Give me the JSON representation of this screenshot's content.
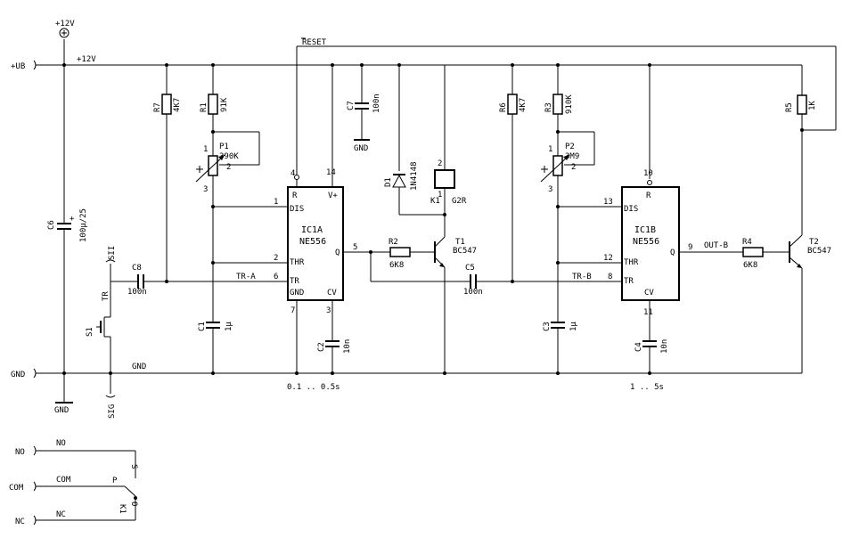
{
  "rails": {
    "vcc_top": "+12V",
    "vcc_rail": "+12V",
    "ub": "+UB",
    "gnd_left": "GND",
    "gnd_rail": "GND",
    "gnd_bottom": "GND",
    "reset": "RESET"
  },
  "components": {
    "r7": {
      "ref": "R7",
      "value": "4K7"
    },
    "r1": {
      "ref": "R1",
      "value": "91K"
    },
    "p1": {
      "ref": "P1",
      "value": "390K"
    },
    "c7": {
      "ref": "C7",
      "value": "100n"
    },
    "d1": {
      "ref": "D1",
      "value": "1N4148"
    },
    "k1": {
      "ref": "K1",
      "value": "G2R"
    },
    "r6": {
      "ref": "R6",
      "value": "4K7"
    },
    "r3": {
      "ref": "R3",
      "value": "910K"
    },
    "p2": {
      "ref": "P2",
      "value": "3M9"
    },
    "r5": {
      "ref": "R5",
      "value": "1K"
    },
    "c6": {
      "ref": "C6",
      "value": "100μ/25"
    },
    "c8": {
      "ref": "C8",
      "value": "100n"
    },
    "s1": {
      "ref": "S1",
      "value": "TR"
    },
    "ic1a": {
      "ref": "IC1A",
      "value": "NE556"
    },
    "ic1b": {
      "ref": "IC1B",
      "value": "NE556"
    },
    "r2": {
      "ref": "R2",
      "value": "6K8"
    },
    "t1": {
      "ref": "T1",
      "value": "BC547"
    },
    "c5": {
      "ref": "C5",
      "value": "100n"
    },
    "r4": {
      "ref": "R4",
      "value": "6K8"
    },
    "t2": {
      "ref": "T2",
      "value": "BC547"
    },
    "c1": {
      "ref": "C1",
      "value": "1μ"
    },
    "c2": {
      "ref": "C2",
      "value": "10n"
    },
    "c3": {
      "ref": "C3",
      "value": "1μ"
    },
    "c4": {
      "ref": "C4",
      "value": "10n"
    },
    "k1_contact": {
      "ref": "K1"
    }
  },
  "ic_pins": {
    "r": "R",
    "vplus": "V+",
    "dis": "DIS",
    "thr": "THR",
    "tr": "TR",
    "gnd": "GND",
    "cv": "CV",
    "q": "Q",
    "a_r": "4",
    "a_vplus": "14",
    "a_dis": "1",
    "a_thr": "2",
    "a_tr": "6",
    "a_gnd": "7",
    "a_cv": "3",
    "a_q": "5",
    "b_r": "10",
    "b_dis": "13",
    "b_thr": "12",
    "b_tr": "8",
    "b_cv": "11",
    "b_q": "9"
  },
  "pot_pins": {
    "one": "1",
    "two": "2",
    "three": "3"
  },
  "relay_pins": {
    "one": "1",
    "two": "2"
  },
  "nets": {
    "tr_a": "TR-A",
    "tr_b": "TR-B",
    "out_b": "OUT-B"
  },
  "connectors": {
    "sig_in": "SIG",
    "sig_in_top": "SII",
    "no": "NO",
    "com": "COM",
    "nc": "NC"
  },
  "ranges": {
    "a": "0.1 .. 0.5s",
    "b": "1 .. 5s"
  },
  "contact": {
    "no": "NO",
    "com": "COM",
    "nc": "NC",
    "p": "P",
    "s": "S",
    "o": "O"
  }
}
